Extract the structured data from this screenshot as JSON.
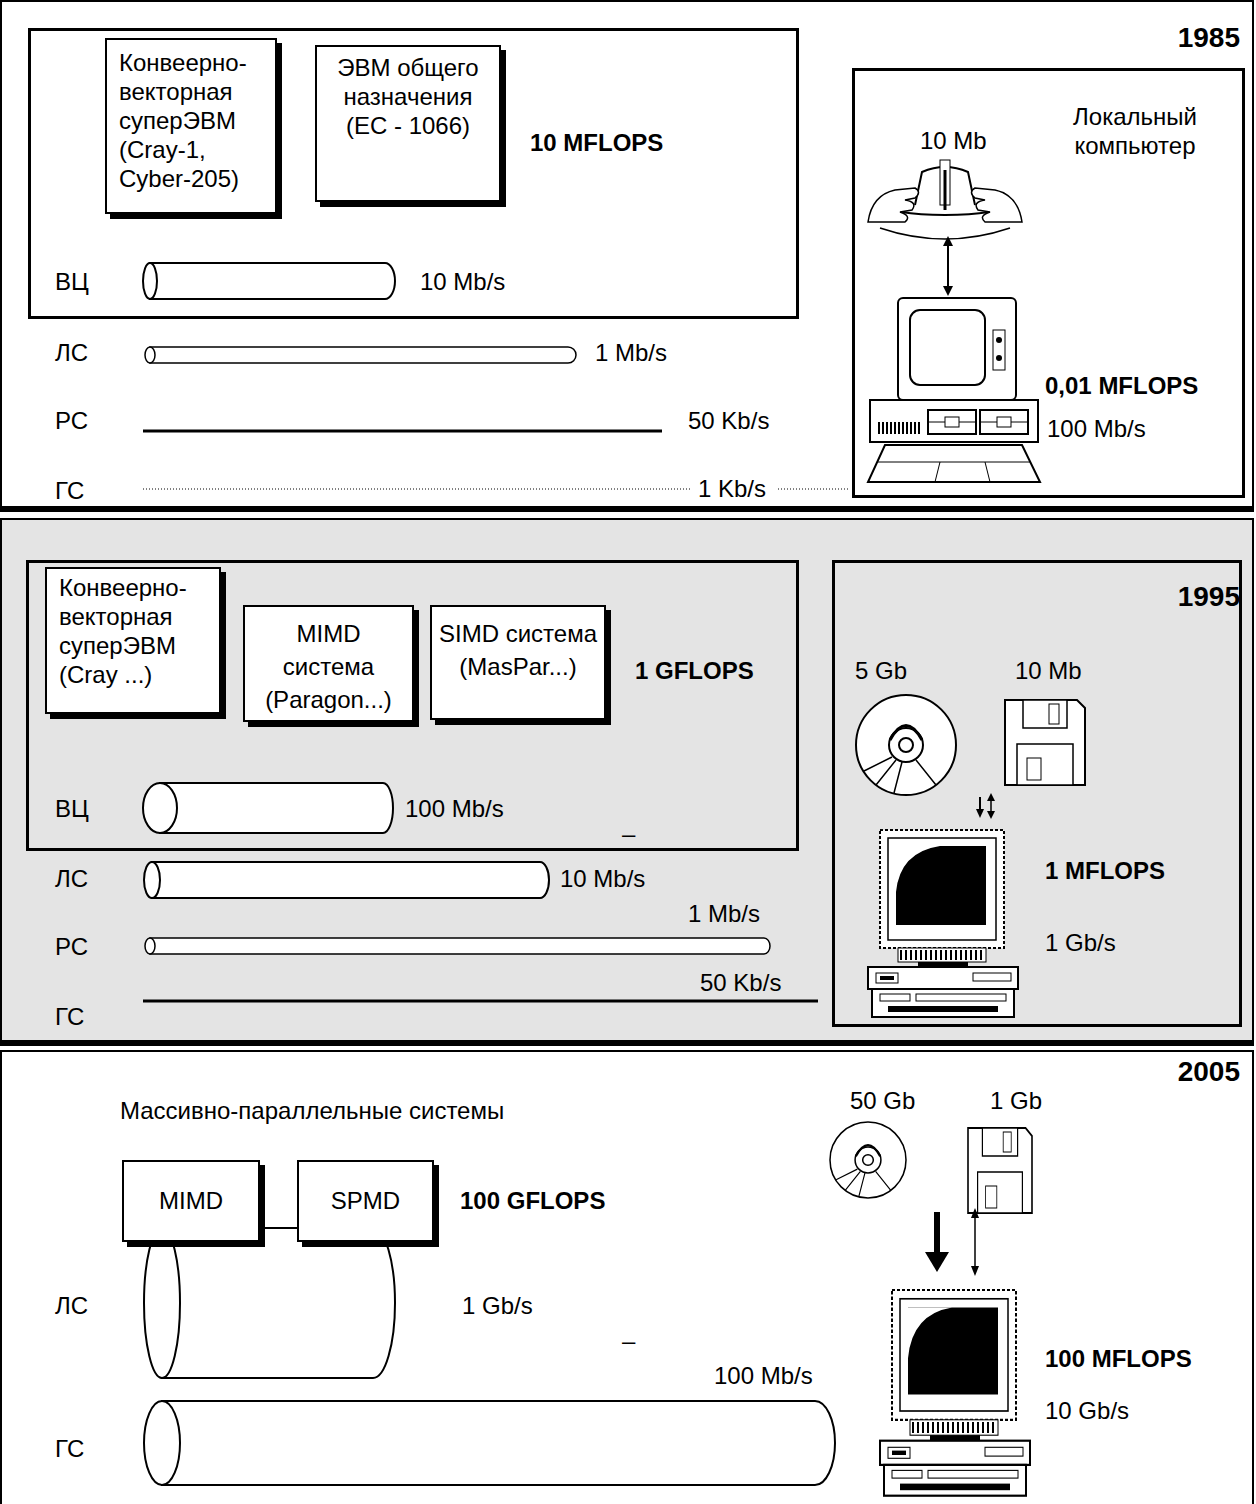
{
  "diagram": {
    "nodes": [
      {
        "text": [
          "1985"
        ]
      },
      {
        "text": [
          "10 MFLOPS"
        ],
        "in": 0
      },
      {
        "text": [
          "Конвеерно-векторная суперЭВМ (Cray-1, Cyber-205)"
        ],
        "in": 1
      },
      {
        "text": [
          "ЭВМ общего назначения (ЕС - 1066)"
        ],
        "in": 1
      },
      {
        "text": [
          "10 Mb",
          "Локальный компьютер",
          "0,01 MFLOPS",
          "100 Mb/s"
        ],
        "in": 0
      },
      {
        "text": [
          "1995"
        ]
      },
      {
        "text": [
          "1 GFLOPS"
        ],
        "in": 5
      },
      {
        "text": [
          "Конвеерно-векторная суперЭВМ (Cray ...)"
        ],
        "in": 6
      },
      {
        "text": [
          "MIMD система (Paragon...)"
        ],
        "in": 6
      },
      {
        "text": [
          "SIMD система (MasPar...)"
        ],
        "in": 6
      },
      {
        "text": [
          "5 Gb",
          "10 Mb",
          "1 MFLOPS",
          "1 Gb/s"
        ],
        "in": 5
      },
      {
        "text": [
          "2005",
          "Массивно-параллельные системы",
          "100 GFLOPS"
        ]
      },
      {
        "text": [
          "MIMD"
        ],
        "in": 11
      },
      {
        "text": [
          "SPMD"
        ],
        "in": 11
      }
    ],
    "labels": [
      "ВЦ",
      "10 Mb/s",
      "ЛС",
      "1 Mb/s",
      "РС",
      "50 Kb/s",
      "ГС",
      "1 Kb/s",
      "ВЦ",
      "100 Mb/s",
      "–",
      "ЛС",
      "10 Mb/s",
      "1 Mb/s",
      "РС",
      "50 Kb/s",
      "ГС",
      "50 Gb",
      "1 Gb",
      "ЛС",
      "1 Gb/s",
      "–",
      "100 Mb/s",
      "100 MFLOPS",
      "ГС",
      "10 Gb/s"
    ]
  }
}
